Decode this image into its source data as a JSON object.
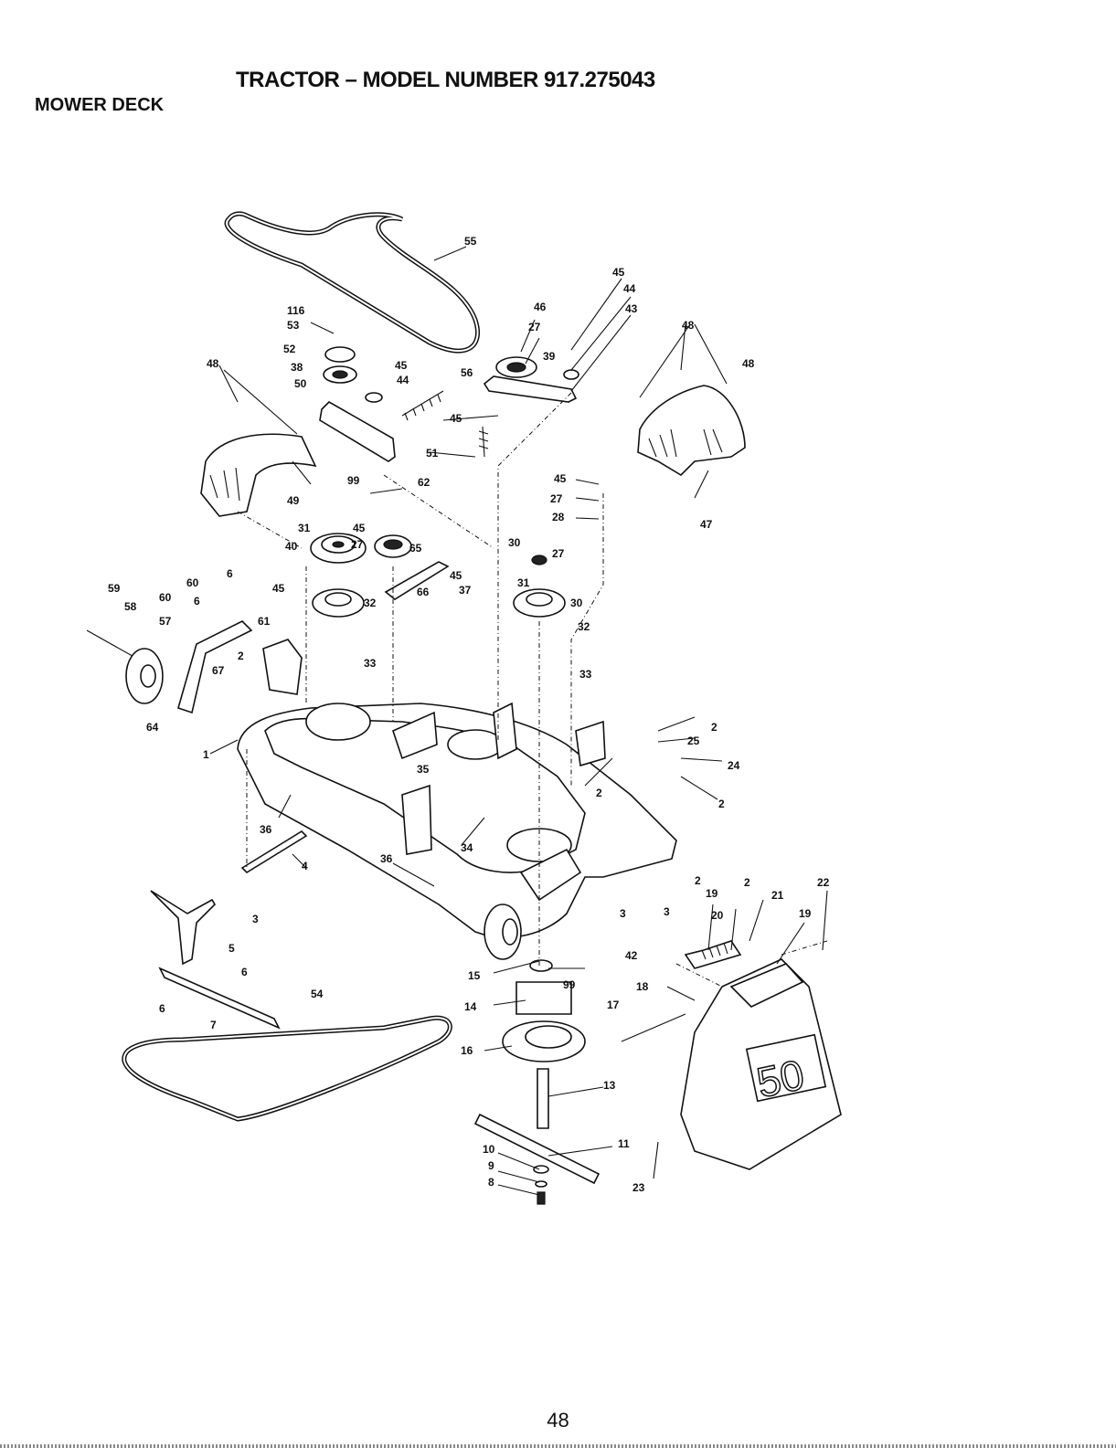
{
  "header": {
    "title": "TRACTOR – MODEL NUMBER 917.275043",
    "section": "MOWER DECK"
  },
  "footer": {
    "page_number": "48"
  },
  "diagram": {
    "bagger_label": "50",
    "callouts": [
      "1",
      "2",
      "3",
      "4",
      "5",
      "6",
      "7",
      "8",
      "9",
      "10",
      "11",
      "13",
      "14",
      "15",
      "16",
      "17",
      "18",
      "19",
      "20",
      "21",
      "22",
      "23",
      "24",
      "25",
      "27",
      "28",
      "30",
      "31",
      "32",
      "33",
      "34",
      "35",
      "36",
      "37",
      "38",
      "39",
      "40",
      "42",
      "43",
      "44",
      "45",
      "46",
      "47",
      "48",
      "49",
      "50",
      "51",
      "52",
      "53",
      "54",
      "55",
      "56",
      "57",
      "58",
      "59",
      "60",
      "61",
      "62",
      "64",
      "65",
      "66",
      "67",
      "99",
      "116"
    ]
  }
}
